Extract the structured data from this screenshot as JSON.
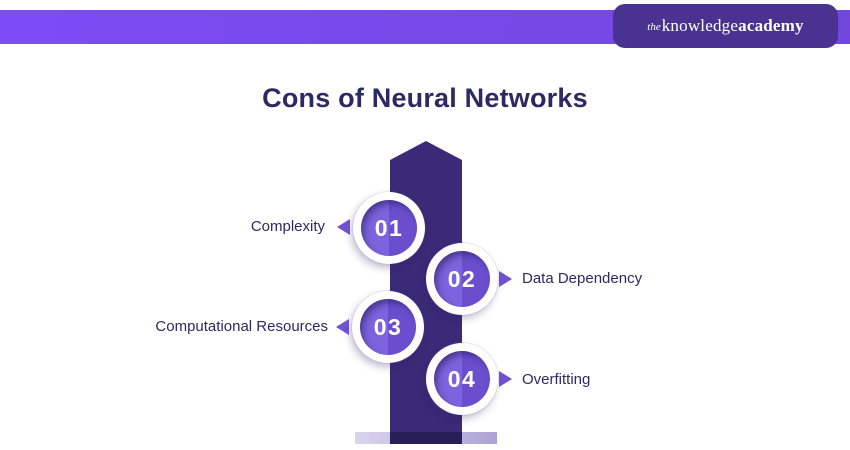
{
  "brand": {
    "logo_the": "the",
    "logo_knowledge": "knowledge",
    "logo_academy": "academy"
  },
  "title": "Cons of Neural Networks",
  "items": [
    {
      "number": "01",
      "label": "Complexity",
      "side": "left"
    },
    {
      "number": "02",
      "label": "Data Dependency",
      "side": "right"
    },
    {
      "number": "03",
      "label": "Computational Resources",
      "side": "left"
    },
    {
      "number": "04",
      "label": "Overfitting",
      "side": "right"
    }
  ],
  "colors": {
    "header_bar": "#7C4CF5",
    "logo_box": "#4A3390",
    "title_text": "#2D2963",
    "label_text": "#2D2963",
    "tower": "#3A2A77",
    "tower_base": "#C3BCE2",
    "circle_light": "#7C64DE",
    "circle_dark": "#6A4ECE",
    "arrow": "#6F50D4"
  }
}
